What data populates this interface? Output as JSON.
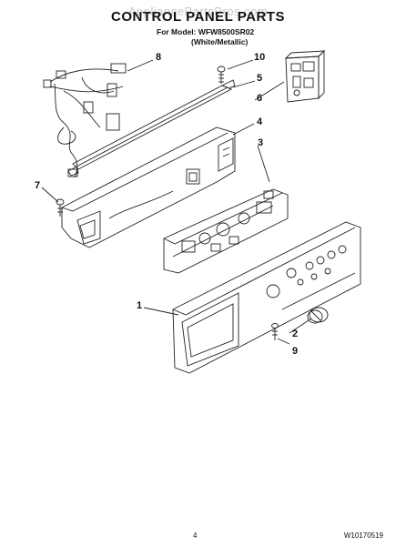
{
  "header": {
    "watermark": "AppliancePartsPros.com",
    "title": "CONTROL PANEL PARTS",
    "model_line": "For Model: WFW8500SR02",
    "color_line": "(White/Metallic)"
  },
  "callouts": [
    "8",
    "10",
    "5",
    "6",
    "4",
    "3",
    "7",
    "1",
    "2",
    "9"
  ],
  "footer": {
    "page_number": "4",
    "document_number": "W10170519"
  }
}
